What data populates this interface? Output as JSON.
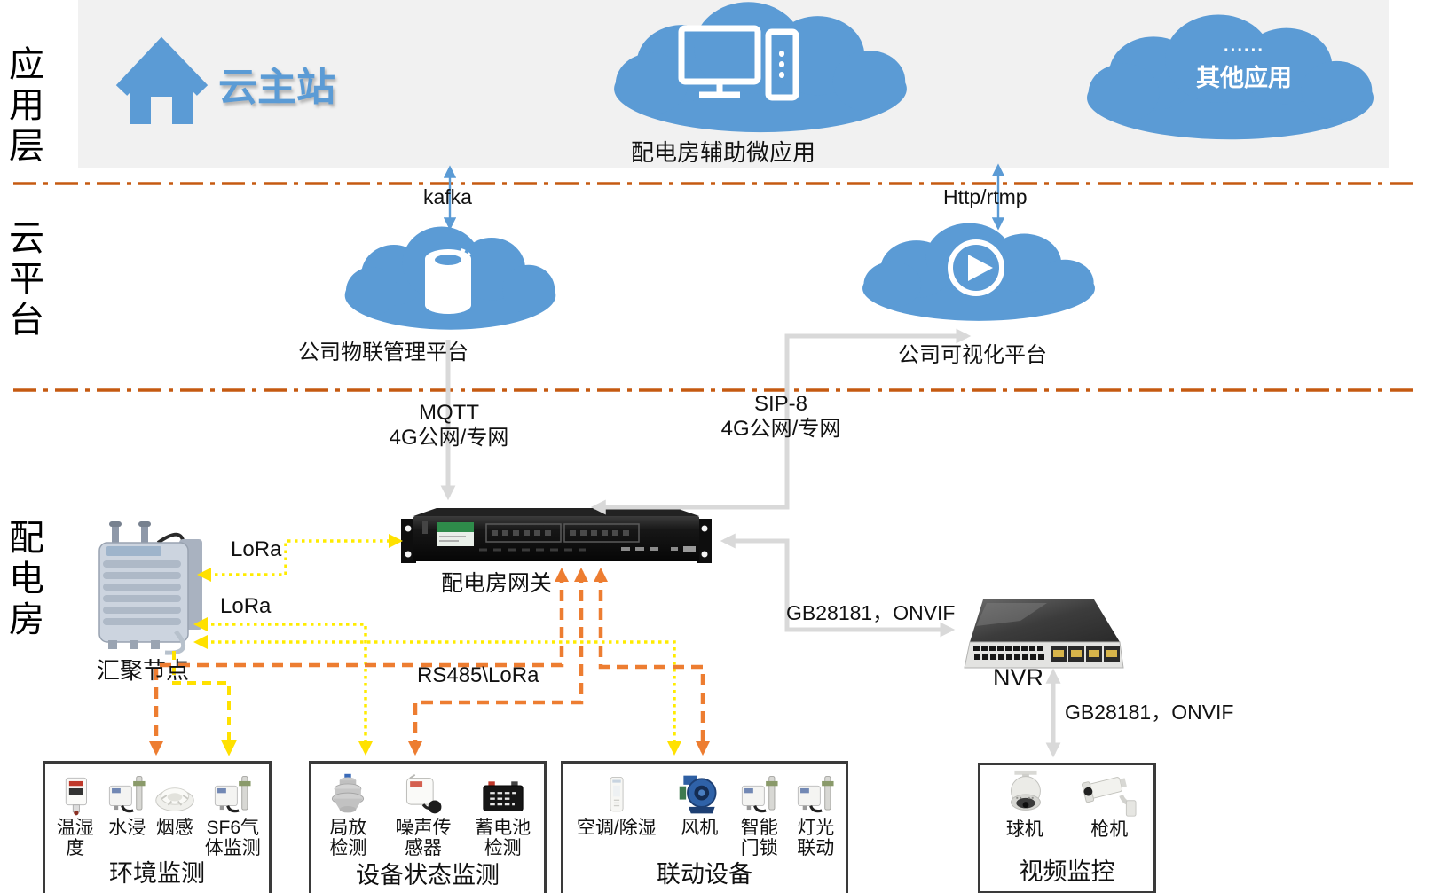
{
  "diagram": {
    "layers": [
      {
        "label": "应用层"
      },
      {
        "label": "云平台"
      },
      {
        "label": "配电房"
      }
    ],
    "app_layer": {
      "cloud_master_label": "云主站",
      "micro_app_label": "配电房辅助微应用",
      "other_apps_dots": "······",
      "other_apps_label": "其他应用"
    },
    "platform_layer": {
      "iot_platform_label": "公司物联管理平台",
      "visual_platform_label": "公司可视化平台"
    },
    "links": {
      "kafka": "kafka",
      "http_rtmp": "Http/rtmp",
      "mqtt_protocol": "MQTT",
      "mqtt_network": "4G公网/专网",
      "sip_protocol": "SIP-8",
      "sip_network": "4G公网/专网",
      "lora_upper": "LoRa",
      "lora_lower": "LoRa",
      "rs485_lora": "RS485\\LoRa",
      "gb28181_gateway": "GB28181，ONVIF",
      "gb28181_camera": "GB28181，ONVIF"
    },
    "devices": {
      "gateway_label": "配电房网关",
      "aggregation_node_label": "汇聚节点",
      "nvr_label": "NVR"
    },
    "groups": {
      "environment": {
        "title": "环境监测",
        "items": [
          "温湿度",
          "水浸",
          "烟感",
          "SF6气体监测"
        ]
      },
      "equipment_status": {
        "title": "设备状态监测",
        "items": [
          "局放检测",
          "噪声传感器",
          "蓄电池检测"
        ]
      },
      "linkage": {
        "title": "联动设备",
        "items": [
          "空调/除湿",
          "风机",
          "智能门锁",
          "灯光联动"
        ]
      },
      "video": {
        "title": "视频监控",
        "items": [
          "球机",
          "枪机"
        ]
      }
    },
    "colors": {
      "cloud_blue": "#5b9bd5",
      "arrow_gray": "#d9d9d9",
      "line_orange": "#ed7d31",
      "line_yellow": "#ffec00",
      "layer_divider": "#c55a11"
    }
  }
}
